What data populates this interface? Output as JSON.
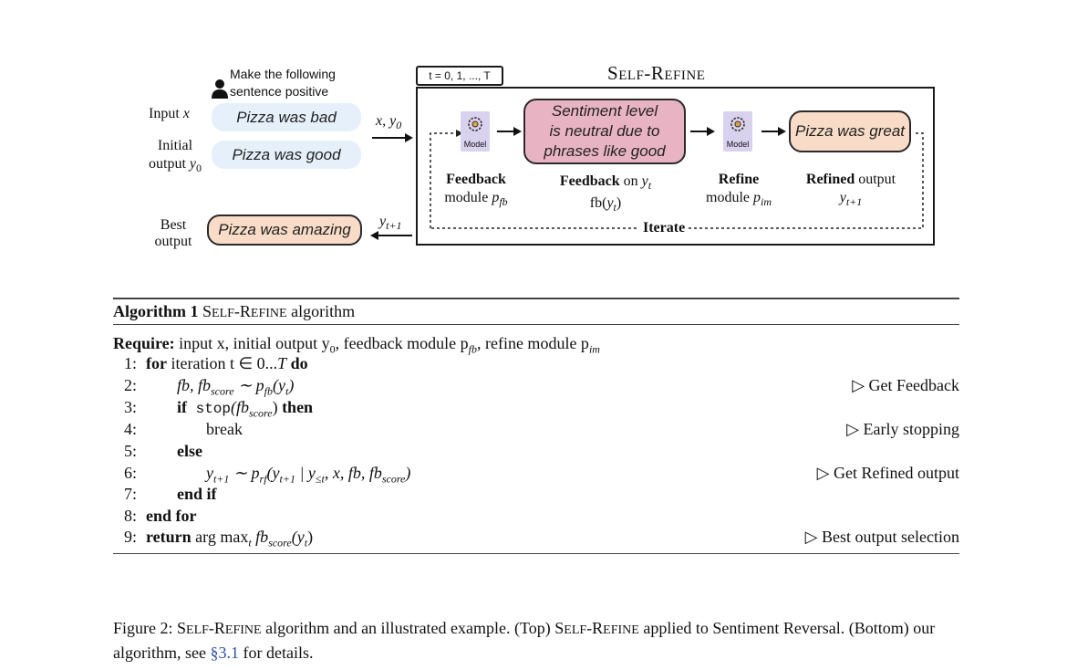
{
  "figure": {
    "instruction_line1": "Make the following",
    "instruction_line2": "sentence positive",
    "input_label": "Input",
    "input_var": "x",
    "input_text": "Pizza was bad",
    "initial_label1": "Initial",
    "initial_label2": "output",
    "initial_var": "y",
    "initial_sub": "0",
    "initial_text": "Pizza was good",
    "arrow_in_label": "x, y",
    "arrow_in_sub": "0",
    "best_label1": "Best",
    "best_label2": "output",
    "best_text": "Pizza was amazing",
    "arrow_out_label": "y",
    "arrow_out_sub": "t+1",
    "iter_range": "t = 0, 1, ..., T",
    "title_big1": "S",
    "title_small1": "elf",
    "title_dash": "-",
    "title_big2": "R",
    "title_small2": "efine",
    "model_label": "Model",
    "feedback_text_1": "Sentiment level",
    "feedback_text_2": "is neutral due to",
    "feedback_text_3": "phrases like good",
    "refined_text": "Pizza was great",
    "fm_bold": "Feedback",
    "fm_line2": "module",
    "fm_var": "p",
    "fm_sub": "fb",
    "fo_bold": "Feedback",
    "fo_rest": " on ",
    "fo_var": "y",
    "fo_sub": "t",
    "fo_line2a": "fb(",
    "fo_line2b": "y",
    "fo_line2c": "t",
    "fo_line2d": ")",
    "rm_bold": "Refine",
    "rm_line2": "module",
    "rm_var": "p",
    "rm_sub": "im",
    "ro_bold": "Refined",
    "ro_rest": " output",
    "ro_var": "y",
    "ro_sub": "t+1",
    "iterate_label": "Iterate"
  },
  "algorithm": {
    "title_bold": "Algorithm 1",
    "title_big1": "S",
    "title_small1": "elf",
    "title_dash": "-",
    "title_big2": "R",
    "title_small2": "efine",
    "title_rest": " algorithm",
    "require_bold": "Require:",
    "require_text": " input x, initial output y",
    "require_sub0": "0",
    "require_text2": ", feedback module p",
    "require_sub_fb": "fb",
    "require_text3": ", refine module p",
    "require_sub_im": "im",
    "lines": [
      {
        "num": "1:",
        "kw": "for",
        "text": " iteration t ∈ 0...",
        "ital": "T",
        "kw2": " do",
        "comment": ""
      },
      {
        "num": "2:",
        "text": "fb, fb",
        "sub": "score",
        "text2": " ∼ p",
        "sub2": "fb",
        "text3": "(y",
        "sub3": "t",
        "text4": ")",
        "comment": "▷ Get Feedback"
      },
      {
        "num": "3:",
        "kw": "if",
        "mono": " stop",
        "text": "(fb",
        "sub": "score",
        "text2": ")",
        "kw2": " then",
        "comment": ""
      },
      {
        "num": "4:",
        "text": "break",
        "comment": "▷ Early stopping"
      },
      {
        "num": "5:",
        "kw": "else",
        "comment": ""
      },
      {
        "num": "6:",
        "text": "y",
        "sub": "t+1",
        "text2": " ∼ p",
        "sub2": "rf",
        "text3": "(y",
        "sub3": "t+1",
        "text4": " | y",
        "sub4": "≤t",
        "text5": ", x, fb, fb",
        "sub5": "score",
        "text6": ")",
        "comment": "▷ Get Refined output"
      },
      {
        "num": "7:",
        "kw": "end if",
        "comment": ""
      },
      {
        "num": "8:",
        "kw": "end for",
        "comment": ""
      },
      {
        "num": "9:",
        "kw": "return",
        "text": " arg max",
        "sub": "t",
        "text2": " fb",
        "sub2": "score",
        "text3": "(y",
        "sub3": "t",
        "text4": ")",
        "comment": "▷ Best output selection"
      }
    ]
  },
  "caption": {
    "prefix": "Figure 2: ",
    "big1": "S",
    "small1": "elf",
    "dash": "-",
    "big2": "R",
    "small2": "efine",
    "text1": " algorithm and an illustrated example. (Top) ",
    "text2": " applied to Sentiment Reversal. (Bottom) our algorithm, see ",
    "ref": "§3.1",
    "text3": " for details."
  },
  "colors": {
    "input_bg": "#e5f0fb",
    "output_bg": "#f8dcc7",
    "feedback_bg": "#e8b4c3",
    "model_bg": "#d9d2ef",
    "link": "#2a4fb0"
  }
}
